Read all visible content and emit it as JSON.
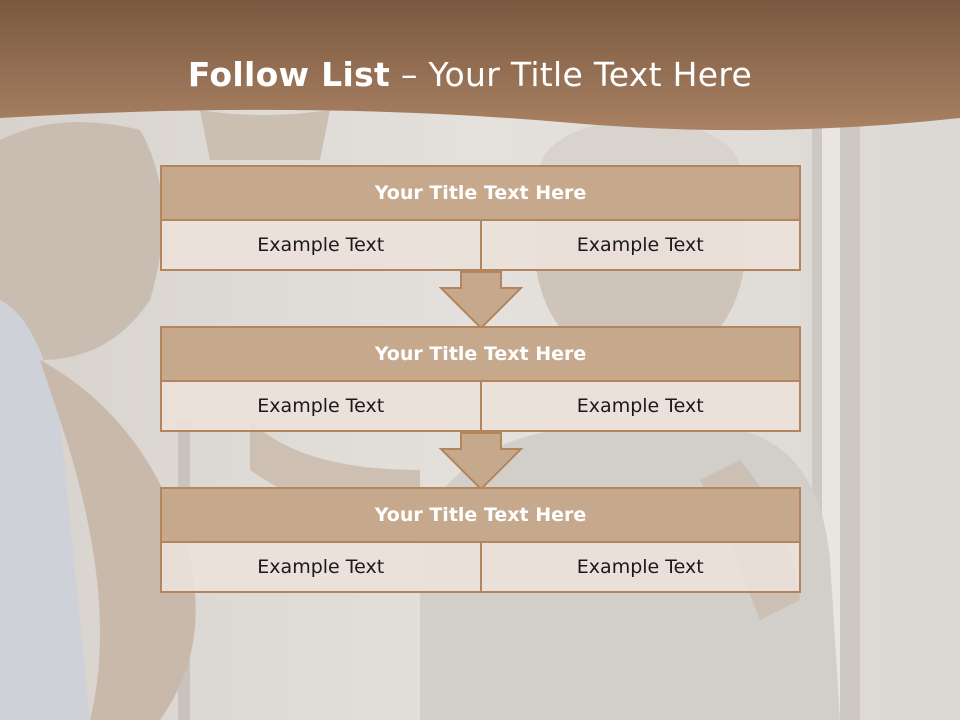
{
  "slide": {
    "title_bold": "Follow List",
    "title_rest": " – Your Title Text Here"
  },
  "blocks": [
    {
      "title": "Your Title Text Here",
      "left": "Example Text",
      "right": "Example Text"
    },
    {
      "title": "Your Title Text Here",
      "left": "Example Text",
      "right": "Example Text"
    },
    {
      "title": "Your Title Text Here",
      "left": "Example Text",
      "right": "Example Text"
    }
  ],
  "colors": {
    "header_brown": "#8b6446",
    "block_title_fill": "#c6a98d",
    "block_border": "#b2855d",
    "cell_fill": "#ebe1da"
  },
  "icons": [
    "down-arrow-icon"
  ]
}
